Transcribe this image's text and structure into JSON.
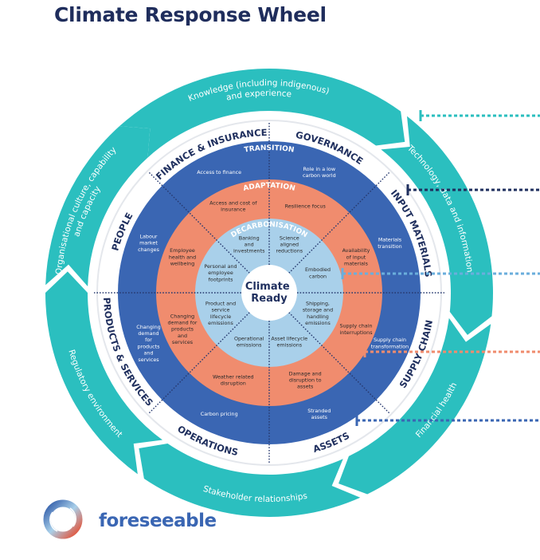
{
  "title": "Climate Response Wheel",
  "center_label": [
    "Climate",
    "Ready"
  ],
  "sectors": [
    "FINANCE & INSURANCE",
    "GOVERNANCE",
    "INPUT MATERIALS",
    "SUPPLY CHAIN",
    "ASSETS",
    "OPERATIONS",
    "PRODUCTS & SERVICES",
    "PEOPLE"
  ],
  "rings": {
    "transition": {
      "label": "TRANSITION",
      "items": [
        [
          "Access to finance"
        ],
        [
          "Role in a low",
          "carbon world"
        ],
        [
          "Materials",
          "transition"
        ],
        [
          "Supply chain",
          "transformation"
        ],
        [
          "Stranded",
          "assets"
        ],
        [
          "Carbon pricing"
        ],
        [
          "Changing",
          "demand",
          "for",
          "products",
          "and",
          "services"
        ],
        [
          "Labour",
          "market",
          "changes"
        ]
      ]
    },
    "adaptation": {
      "label": "ADAPTATION",
      "items": [
        [
          "Access and cost of",
          "insurance"
        ],
        [
          "Resilience focus"
        ],
        [
          "Availability",
          "of input",
          "materials"
        ],
        [
          "Supply chain",
          "interruptions"
        ],
        [
          "Damage and",
          "disruption to",
          "assets"
        ],
        [
          "Weather related",
          "disruption"
        ],
        [
          "Changing",
          "demand for",
          "products",
          "and",
          "services"
        ],
        [
          "Employee",
          "health and",
          "wellbeing"
        ]
      ]
    },
    "decarbonisation": {
      "label": "DECARBONISATION",
      "items": [
        [
          "Banking",
          "and",
          "investments"
        ],
        [
          "Science",
          "aligned",
          "reductions"
        ],
        [
          "Embodied",
          "carbon"
        ],
        [
          "Shipping,",
          "storage and",
          "handling",
          "emissions"
        ],
        [
          "Asset lifecycle",
          "emissions"
        ],
        [
          "Operational",
          "emissions"
        ],
        [
          "Product and",
          "service",
          "lifecycle",
          "emissions"
        ],
        [
          "Personal and",
          "employee",
          "footprints"
        ]
      ]
    }
  },
  "outer_segments": [
    [
      "Knowledge (including indigenous)",
      "and experience"
    ],
    [
      "Technology, data and information"
    ],
    [
      "Financial health"
    ],
    [
      "Stakeholder relationships"
    ],
    [
      "Regulatory environment"
    ],
    [
      "Organisational culture, capability",
      "and capacity"
    ]
  ],
  "logo_text": "foreseeable",
  "colors": {
    "title": "#1f2d5c",
    "teal": "#2bbfbf",
    "transition": "#3a66b3",
    "adaptation": "#f08c6e",
    "decarbonisation": "#a9d0ea",
    "navy": "#1f2f5e",
    "connectors": [
      "#2bbfbf",
      "#1f2f5e",
      "#6aaedc",
      "#f08c6e",
      "#3a66b3"
    ]
  }
}
